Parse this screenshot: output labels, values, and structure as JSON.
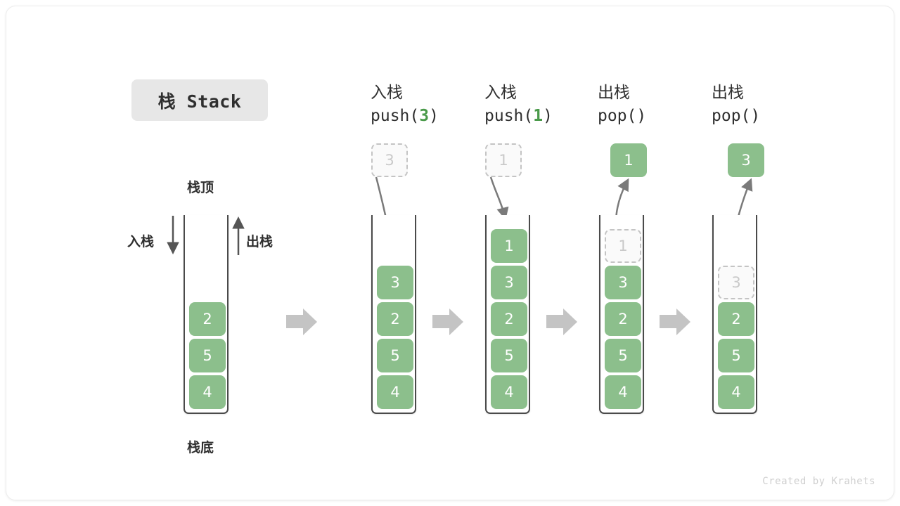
{
  "diagram": {
    "title_chip": "栈 Stack",
    "watermark": "Created by Krahets",
    "accent_green": "#8cbf8c",
    "ghost_gray": "#c9c9c9",
    "arrow_gray": "#c0c0c0",
    "stroke_dark": "#4a4a4a"
  },
  "labels": {
    "top": "栈顶",
    "bottom": "栈底",
    "push_side": "入栈",
    "pop_side": "出栈"
  },
  "columns": [
    {
      "id": "initial",
      "header_cn": "",
      "header_code": "",
      "cells": [
        "2",
        "5",
        "4"
      ],
      "ghost_index": -1,
      "float_box": null
    },
    {
      "id": "push-3",
      "header_cn": "入栈",
      "header_code_prefix": "push(",
      "header_code_num": "3",
      "header_code_suffix": ")",
      "cells": [
        "3",
        "2",
        "5",
        "4"
      ],
      "ghost_index": -1,
      "float_box": {
        "value": "3",
        "style": "ghost",
        "direction": "down"
      }
    },
    {
      "id": "push-1",
      "header_cn": "入栈",
      "header_code_prefix": "push(",
      "header_code_num": "1",
      "header_code_suffix": ")",
      "cells": [
        "1",
        "3",
        "2",
        "5",
        "4"
      ],
      "ghost_index": -1,
      "float_box": {
        "value": "1",
        "style": "ghost",
        "direction": "down"
      }
    },
    {
      "id": "pop-1",
      "header_cn": "出栈",
      "header_code_prefix": "pop(",
      "header_code_num": "",
      "header_code_suffix": ")",
      "cells": [
        "1",
        "3",
        "2",
        "5",
        "4"
      ],
      "ghost_index": 0,
      "float_box": {
        "value": "1",
        "style": "full",
        "direction": "up"
      }
    },
    {
      "id": "pop-2",
      "header_cn": "出栈",
      "header_code_prefix": "pop(",
      "header_code_num": "",
      "header_code_suffix": ")",
      "cells": [
        "3",
        "2",
        "5",
        "4"
      ],
      "ghost_index": 0,
      "float_box": {
        "value": "3",
        "style": "full",
        "direction": "up"
      }
    }
  ]
}
